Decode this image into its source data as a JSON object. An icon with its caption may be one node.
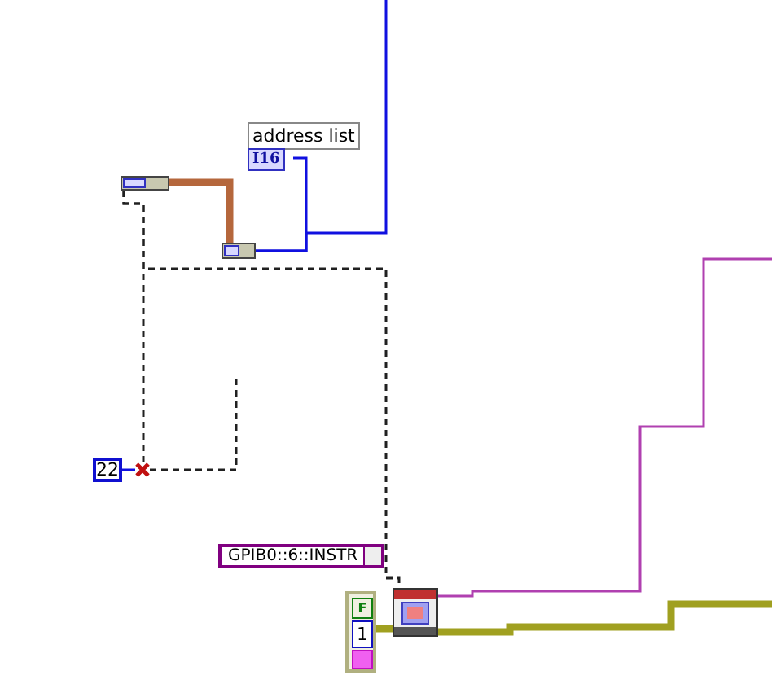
{
  "diagram": {
    "nodes": [
      {
        "text": [],
        "shape": "box"
      },
      {
        "text": [
          "address list",
          "I16"
        ]
      },
      {
        "text": [],
        "shape": "box"
      },
      {
        "text": [
          "22"
        ]
      },
      {
        "text": [],
        "shape": "cross"
      },
      {
        "text": [
          "GPIB0::6::INSTR"
        ]
      },
      {
        "text": [
          "F",
          "1"
        ]
      },
      {
        "text": [],
        "shape": "picture"
      }
    ],
    "edges": [
      {
        "from": 0,
        "to": 2,
        "arrow": "none",
        "style": "thick",
        "color": "#b5673c"
      },
      {
        "from": 2,
        "to": 1,
        "arrow": "none",
        "color": "#1010e0"
      },
      {
        "from": 2,
        "to": null,
        "arrow": "none",
        "color": "#1010e0"
      },
      {
        "from": 0,
        "to": 4,
        "arrow": "none",
        "style": "dashed",
        "color": "#202020"
      },
      {
        "from": 0,
        "to": 7,
        "arrow": "none",
        "style": "dashed",
        "color": "#202020"
      },
      {
        "from": 3,
        "to": 4,
        "arrow": "none",
        "color": "#1010e0"
      },
      {
        "from": 4,
        "to": null,
        "arrow": "none",
        "style": "dashed",
        "color": "#202020"
      },
      {
        "from": 7,
        "to": null,
        "arrow": "none",
        "color": "#b040b0"
      },
      {
        "from": 6,
        "to": 7,
        "arrow": "none",
        "style": "thick",
        "color": "#a0a020"
      },
      {
        "from": 7,
        "to": null,
        "arrow": "none",
        "style": "thick",
        "color": "#a0a020"
      }
    ]
  }
}
